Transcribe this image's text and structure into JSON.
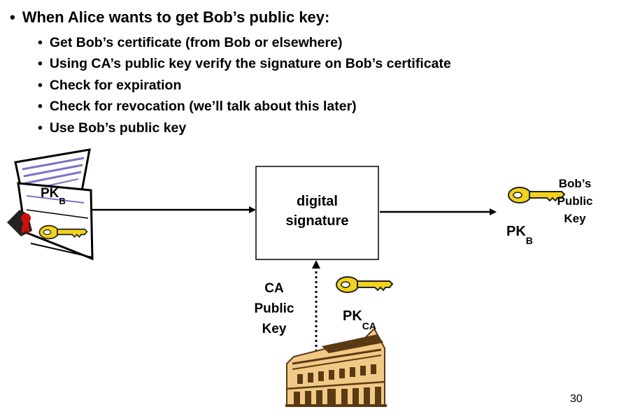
{
  "slide": {
    "title_bullet": "When Alice wants to get Bob’s public key:",
    "steps": [
      "Get Bob’s certificate (from Bob or elsewhere)",
      "Using CA’s public key verify the signature on Bob’s  certificate",
      "Check for expiration",
      "Check for revocation (we’ll talk about this later)",
      "Use Bob’s public key"
    ],
    "page_number": "30"
  },
  "diagram": {
    "certificate": {
      "pk_label": "PK",
      "pk_sub": "B"
    },
    "box": {
      "line1": "digital",
      "line2": "signature"
    },
    "ca_label": {
      "line1": "CA",
      "line2": "Public",
      "line3": "Key"
    },
    "ca_pk": {
      "label": "PK",
      "sub": "CA"
    },
    "output_key": {
      "line1": "Bob’s",
      "line2": "Public",
      "line3": "Key"
    },
    "output_pk": {
      "label": "PK",
      "sub": "B"
    },
    "colors": {
      "key_fill": "#f2d21b",
      "key_stroke": "#222222",
      "building_fill": "#f0c987",
      "building_dark": "#5a3a12",
      "cert_stripes": "#7a74c9"
    },
    "icons": [
      "certificate-icon",
      "key-icon",
      "ca-building-icon"
    ]
  }
}
